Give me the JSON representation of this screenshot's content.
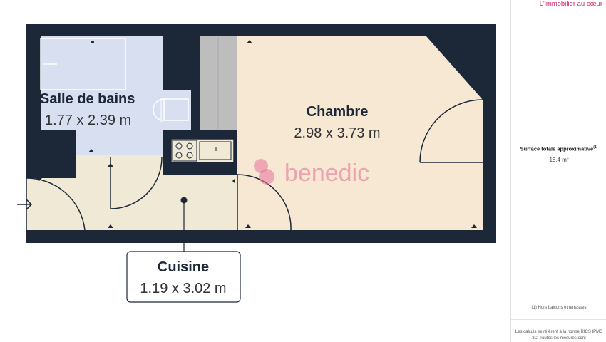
{
  "rooms": {
    "bathroom": {
      "name": "Salle de bains",
      "dims": "1.77 x 2.39 m"
    },
    "bedroom": {
      "name": "Chambre",
      "dims": "2.98 x 3.73 m"
    },
    "kitchen": {
      "name": "Cuisine",
      "dims": "1.19 x 3.02 m"
    }
  },
  "watermark": {
    "brand": "benedic"
  },
  "sidebar": {
    "tagline": "L'immobilier au cœur",
    "surface_label": "Surface totale approximative",
    "surface_note_mark": "(1)",
    "surface_value": "18.4 m²",
    "footnote": "(1) Hors balcons et terrasses",
    "calc_note": "Les calculs se réfèrent à la norme RICS IPMS 3C. Toutes les mesures sont"
  },
  "colors": {
    "walls": "#1c2738",
    "bathroom_floor": "#d8dff0",
    "bedroom_floor": "#f7e8d4",
    "kitchen_floor": "#efe9d6",
    "closet": "#bdbdbd",
    "brand_pink": "#e8729a",
    "tagline_pink": "#d6246e"
  }
}
